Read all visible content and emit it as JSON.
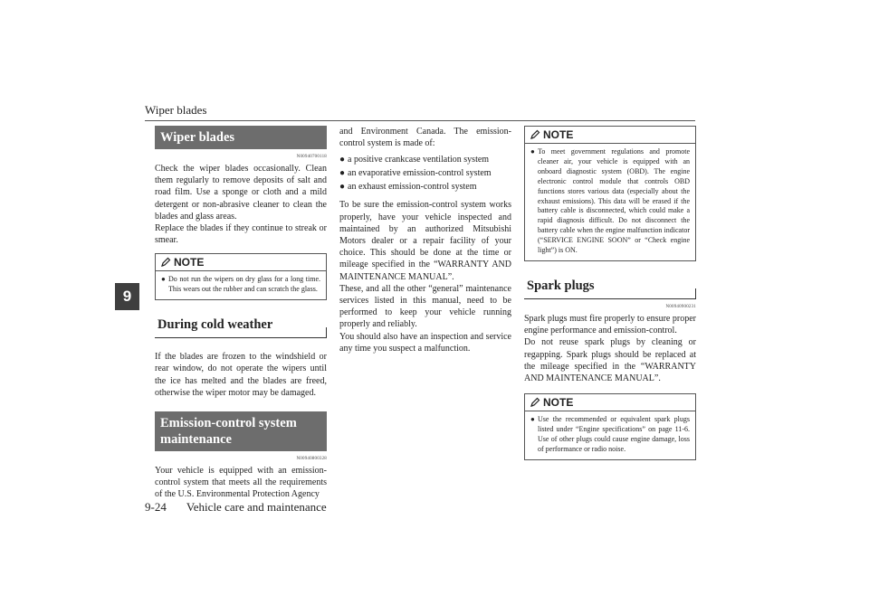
{
  "header": {
    "title": "Wiper blades"
  },
  "chapter_tab": "9",
  "footer": {
    "page": "9-24",
    "section": "Vehicle care and maintenance"
  },
  "col1": {
    "wiper_heading": "Wiper blades",
    "wiper_code": "N00940700118",
    "wiper_para1": "Check the wiper blades occasionally. Clean them regularly to remove deposits of salt and road film. Use a sponge or cloth and a mild detergent or non-abrasive cleaner to clean the blades and glass areas.",
    "wiper_para2": "Replace the blades if they continue to streak or smear.",
    "note_label": "NOTE",
    "note_item": "Do not run the wipers on dry glass for a long time. This wears out the rubber and can scratch the glass.",
    "cold_heading": "During cold weather",
    "cold_para": "If the blades are frozen to the windshield or rear window, do not operate the wipers until the ice has melted and the blades are freed, otherwise the wiper motor may be damaged.",
    "emission_heading_line1": "Emission-control system",
    "emission_heading_line2": "maintenance",
    "emission_code": "N00940800328",
    "emission_para": "Your vehicle is equipped with an emission-control system that meets all the requirements of the U.S. Environmental Protection Agency"
  },
  "col2": {
    "intro": "and Environment Canada. The emission-control system is made of:",
    "bullets": [
      "a positive crankcase ventilation system",
      "an evaporative emission-control system",
      "an exhaust emission-control system"
    ],
    "para1": "To be sure the emission-control system works properly, have your vehicle inspected and maintained by an authorized Mitsubishi Motors dealer or a repair facility of your choice. This should be done at the time or mileage specified in the “WARRANTY AND MAINTENANCE MANUAL”.",
    "para2": "These, and all the other “general” maintenance services listed in this manual, need to be performed to keep your vehicle running properly and reliably.",
    "para3": "You should also have an inspection and service any time you suspect a malfunction."
  },
  "col3": {
    "note1_label": "NOTE",
    "note1_item": "To meet government regulations and promote cleaner air, your vehicle is equipped with an onboard diagnostic system (OBD). The engine electronic control module that controls OBD functions stores various data (especially about the exhaust emissions). This data will be erased if the battery cable is disconnected, which could make a rapid diagnosis difficult. Do not disconnect the battery cable when the engine malfunction indicator (“SERVICE ENGINE SOON” or “Check engine light”) is ON.",
    "spark_heading": "Spark plugs",
    "spark_code": "N00940900231",
    "spark_para1": "Spark plugs must fire properly to ensure proper engine performance and emission-control.",
    "spark_para2": "Do not reuse spark plugs by cleaning or regapping. Spark plugs should be replaced at the mileage specified in the “WARRANTY AND MAINTENANCE MANUAL”.",
    "note2_label": "NOTE",
    "note2_item": "Use the recommended or equivalent spark plugs listed under “Engine specifications” on page 11-6. Use of other plugs could cause engine damage, loss of performance or radio noise."
  }
}
